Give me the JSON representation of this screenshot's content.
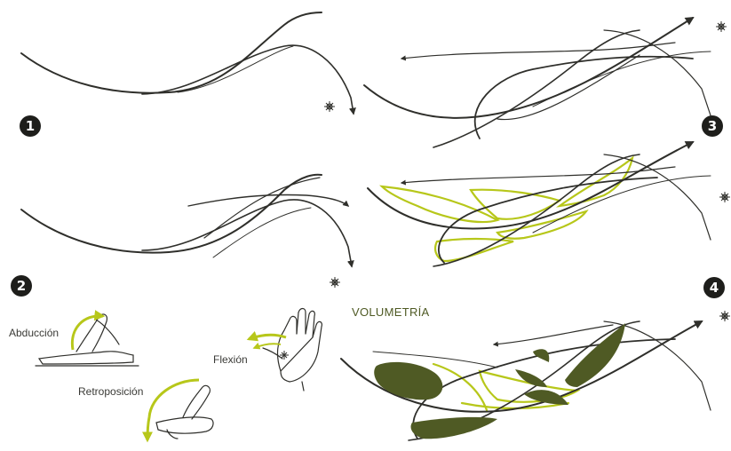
{
  "steps": [
    {
      "number": "1"
    },
    {
      "number": "2"
    },
    {
      "number": "3"
    },
    {
      "number": "4"
    }
  ],
  "section_title": "VOLUMETRÍA",
  "hand_labels": {
    "abduction": "Abducción",
    "flexion": "Flexión",
    "retroposition": "Retroposición"
  },
  "colors": {
    "stroke": "#2f2f2b",
    "accent_green": "#b7c71a",
    "volume_fill": "#4f5a24",
    "badge": "#1e1e1b"
  },
  "icons": [
    "compass-rose-icon",
    "arrow-icon"
  ]
}
